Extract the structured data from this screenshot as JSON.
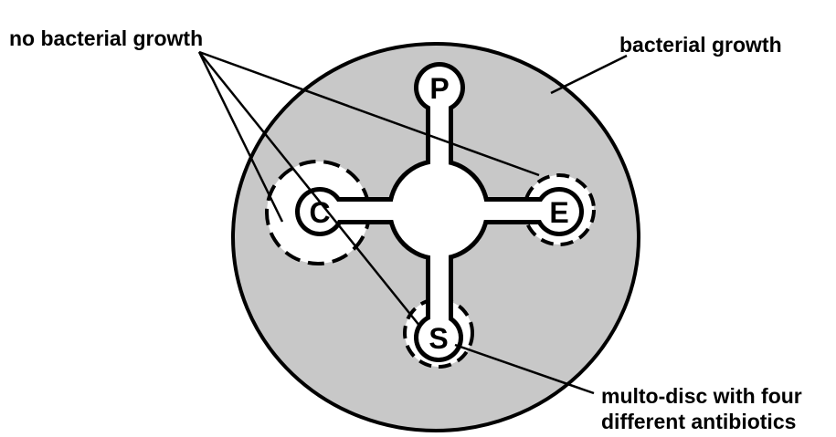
{
  "labels": {
    "no_growth": "no bacterial growth",
    "growth": "bacterial growth",
    "multidisc_line1": "multo-disc with four",
    "multidisc_line2": "different antibiotics"
  },
  "discs": {
    "top": "P",
    "left": "C",
    "right": "E",
    "bottom": "S"
  },
  "colors": {
    "agar": "#c8c8c8",
    "clear_zone": "#ffffff",
    "ink": "#000000"
  }
}
